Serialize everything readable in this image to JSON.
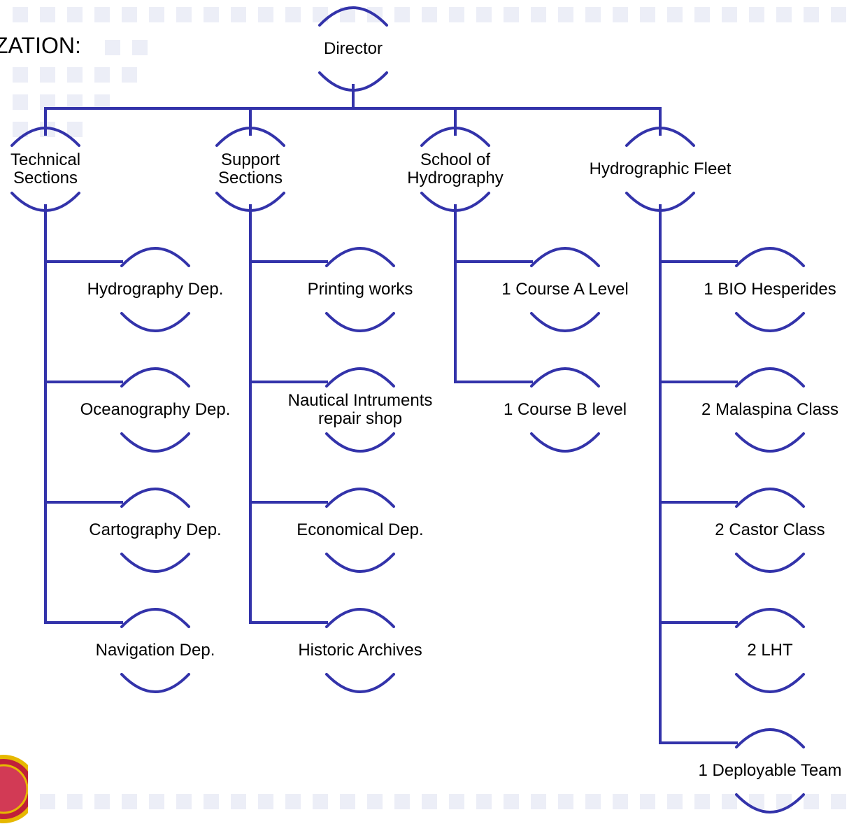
{
  "heading": "ZATION:",
  "colors": {
    "line": "#3333aa",
    "pattern": "#eceef7"
  },
  "chart_data": {
    "type": "org-chart",
    "root": "Director",
    "branches": [
      {
        "label": "Technical\nSections",
        "children": [
          "Hydrography Dep.",
          "Oceanography Dep.",
          "Cartography Dep.",
          "Navigation Dep."
        ]
      },
      {
        "label": "Support\nSections",
        "children": [
          "Printing works",
          "Nautical Intruments\nrepair shop",
          "Economical Dep.",
          "Historic Archives"
        ]
      },
      {
        "label": "School of\nHydrography",
        "children": [
          "1 Course A Level",
          "1 Course B level"
        ]
      },
      {
        "label": "Hydrographic Fleet",
        "children": [
          "1 BIO Hesperides",
          "2 Malaspina Class",
          "2 Castor Class",
          "2 LHT",
          "1 Deployable Team"
        ]
      }
    ]
  },
  "icons": {
    "seal": "emblem-seal"
  }
}
